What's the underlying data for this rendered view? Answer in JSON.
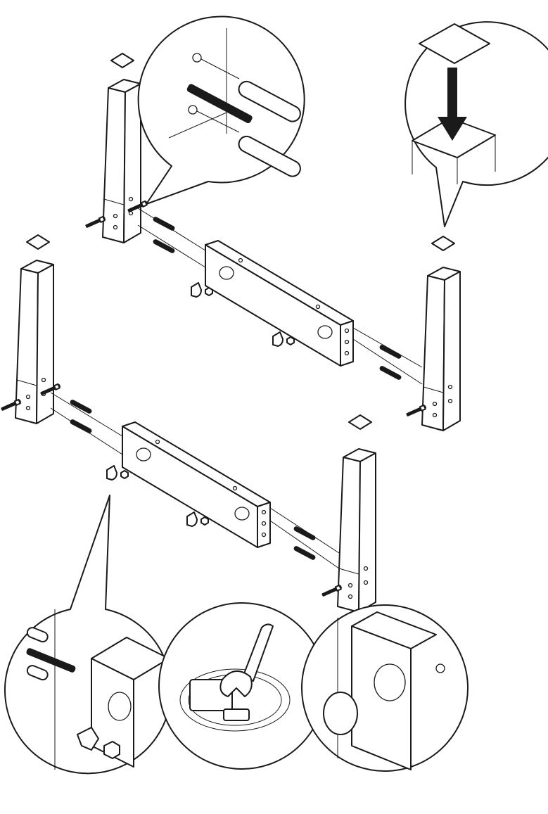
{
  "diagram": {
    "kind": "assembly-instructions",
    "text": "",
    "parts": [
      "leg",
      "rail",
      "dowel",
      "hanger-bolt",
      "bracket-plate",
      "hex-nut",
      "foot-pad",
      "cap",
      "wrench"
    ],
    "colors": {
      "line": "#1a1a1a",
      "paper": "#ffffff"
    }
  }
}
